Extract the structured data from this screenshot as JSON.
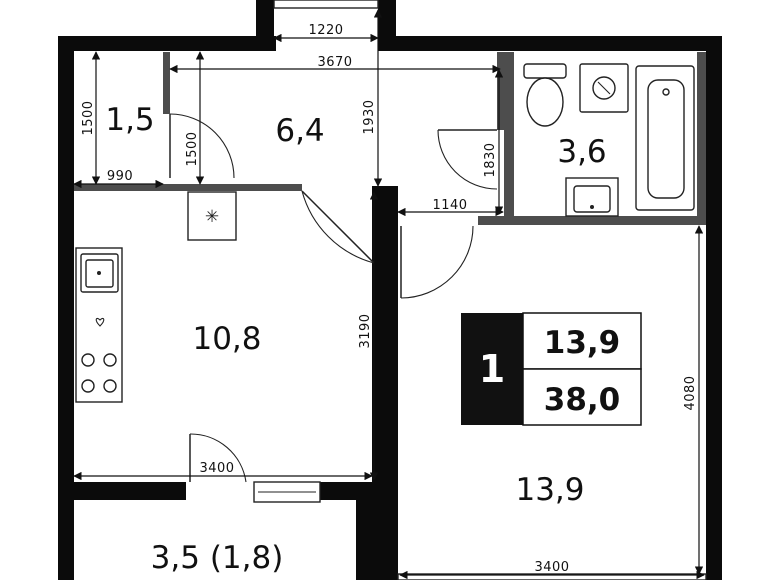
{
  "rooms": {
    "storage": "1,5",
    "hall": "6,4",
    "bathroom": "3,6",
    "kitchen": "10,8",
    "living": "13,9",
    "balcony": "3,5 (1,8)"
  },
  "dimensions": {
    "entry_width": "1220",
    "hall_length": "3670",
    "hall_depth": "1930",
    "storage_height": "1500",
    "storage_door": "1500",
    "storage_width": "990",
    "bath_height": "1830",
    "bath_door_width": "1140",
    "kitchen_height": "3190",
    "kitchen_width": "3400",
    "living_height": "4080",
    "living_width": "3400"
  },
  "summary": {
    "rooms_count": "1",
    "living_area": "13,9",
    "total_area": "38,0"
  },
  "colors": {
    "walls": "#0b0b0b",
    "partitions": "#4d4d4d",
    "background": "#ffffff",
    "badge_dark": "#111111"
  }
}
